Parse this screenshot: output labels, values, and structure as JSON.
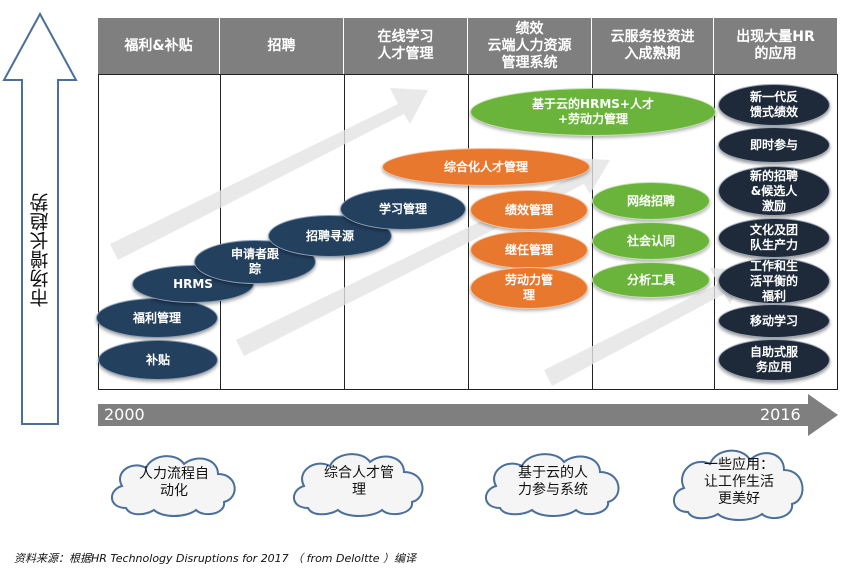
{
  "y_axis_label": "市场增长趋势",
  "headers": [
    "福利&补贴",
    "招聘",
    "在线学习\n人才管理",
    "绩效\n云端人力资源\n管理系统",
    "云服务投资进\n入成熟期",
    "出现大量HR\n的应用"
  ],
  "timeline": {
    "start": "2000",
    "end": "2016"
  },
  "col1_items": [
    "补贴",
    "福利管理",
    "HRMS"
  ],
  "col2_items": [
    "申请者跟\n踪",
    "招聘寻源"
  ],
  "col3_items": [
    "学习管理",
    "综合化人才管理"
  ],
  "col4_items": [
    "基于云的HRMS+人才\n+劳动力管理",
    "绩效管理",
    "继任管理",
    "劳动力管\n理"
  ],
  "col5_items": [
    "网络招聘",
    "社会认同",
    "分析工具"
  ],
  "col6_items": [
    "新一代反\n馈式绩效",
    "即时参与",
    "新的招聘\n&候选人\n激励",
    "文化及团\n队生产力",
    "工作和生\n活平衡的\n福利",
    "移动学习",
    "自助式服\n务应用"
  ],
  "clouds": [
    "人力流程自\n动化",
    "综合人才管\n理",
    "基于云的人\n力参与系统",
    "一些应用：\n让工作生活\n更美好"
  ],
  "source": "资料来源：根据HR Technology Disruptions for 2017 （ from Deloltte ）编译",
  "colors": {
    "header": "#7f7f7f",
    "navy": "#24405f",
    "orange": "#e9782f",
    "green": "#6ab43c",
    "dark": "#1e2a3a"
  }
}
